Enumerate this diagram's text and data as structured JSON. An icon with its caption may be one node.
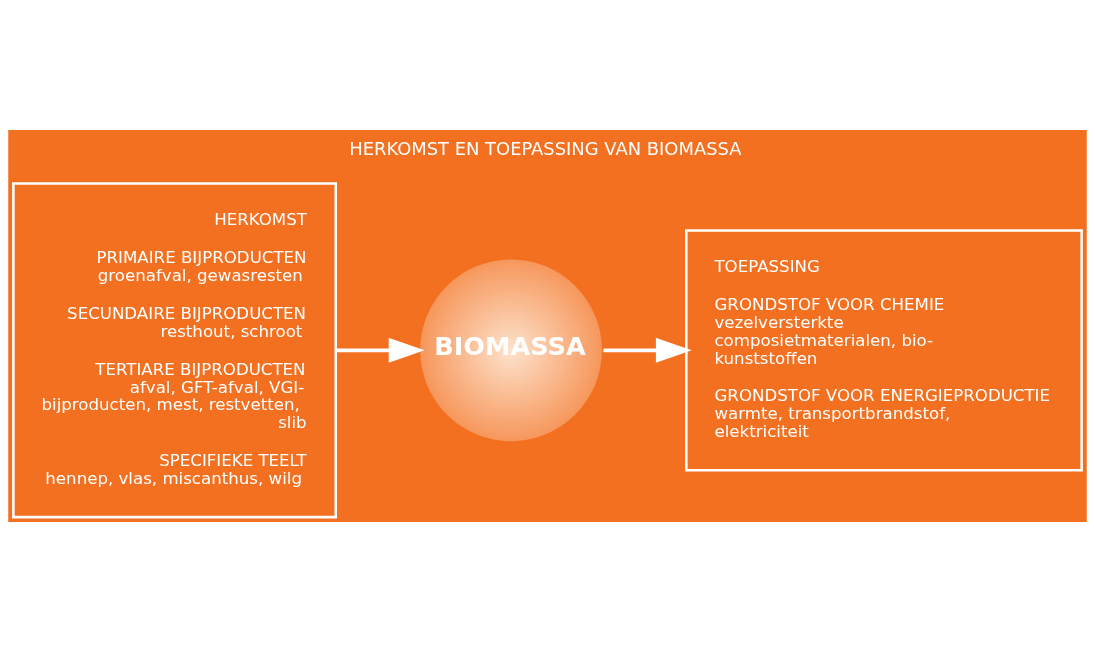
{
  "diagram": {
    "title": "HERKOMST EN TOEPASSING VAN BIOMASSA",
    "nodes": [
      {
        "text": [
          "HERKOMST",
          "PRIMAIRE BIJPRODUCTEN",
          "groenafval, gewasresten",
          "SECUNDAIRE BIJPRODUCTEN",
          "resthout, schroot",
          "TERTIARE BIJPRODUCTEN",
          "afval, GFT-afval, VGI-bijproducten, mest, restvetten, slib",
          "SPECIFIEKE TEELT",
          "hennep, vlas, miscanthus, wilg"
        ]
      },
      {
        "text": [
          "BIOMASSA"
        ]
      },
      {
        "text": [
          "TOEPASSING",
          "GRONDSTOF VOOR CHEMIE",
          "vezelversterkte composietmaterialen, bio-kunststoffen",
          "GRONDSTOF VOOR ENERGIEPRODUCTIE",
          "warmte, transportbrandstof, elektriciteit"
        ]
      }
    ],
    "edges": [
      {
        "from": 0,
        "to": 1,
        "arrow": "to"
      },
      {
        "from": 1,
        "to": 2,
        "arrow": "to"
      }
    ]
  }
}
